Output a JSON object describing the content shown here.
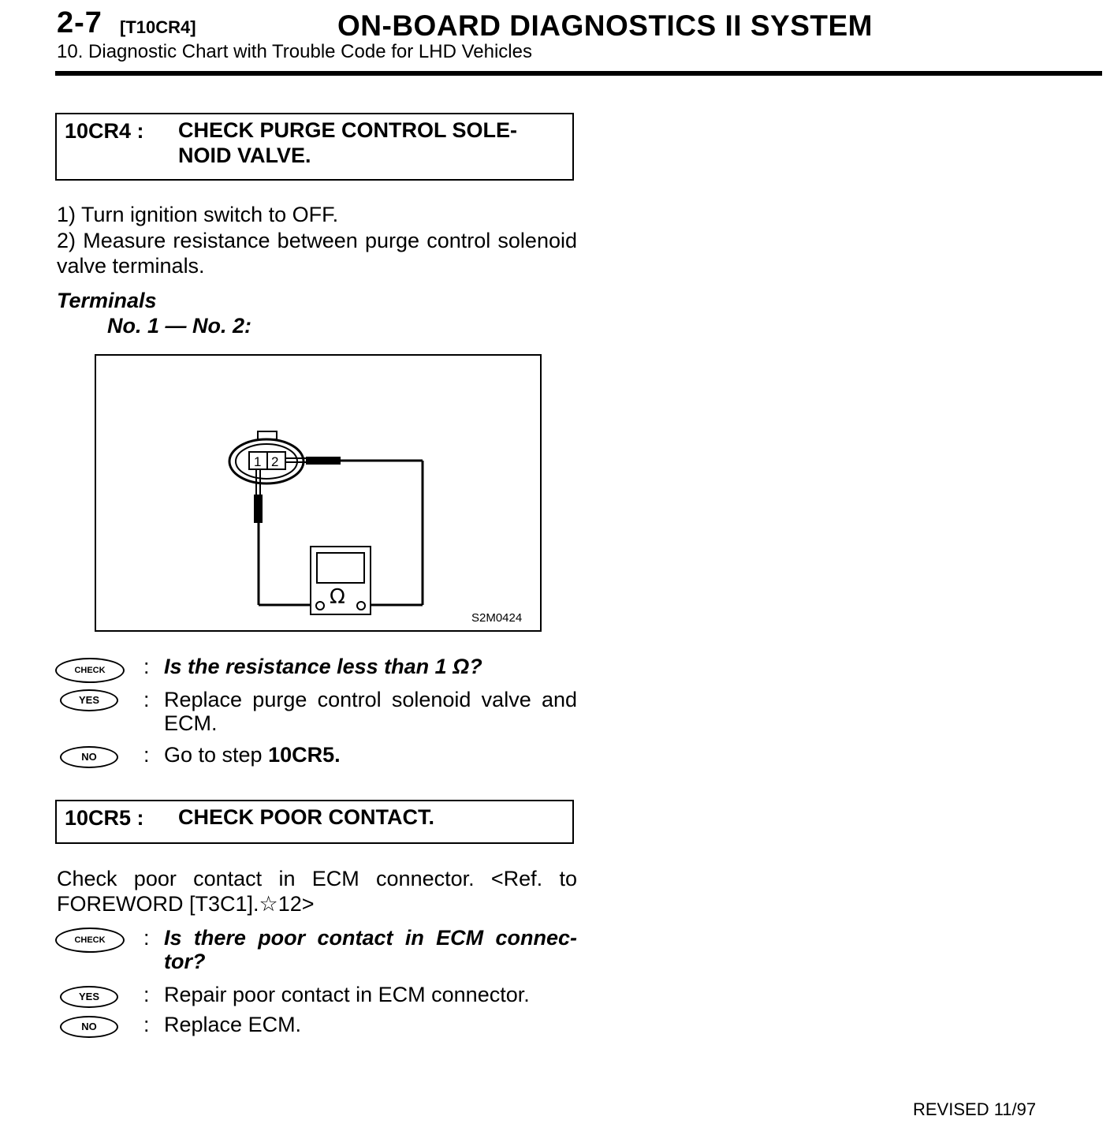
{
  "header": {
    "page_number": "2-7",
    "code": "[T10CR4]",
    "title": "ON-BOARD DIAGNOSTICS II SYSTEM",
    "subtitle": "10. Diagnostic Chart with Trouble Code for LHD Vehicles"
  },
  "step1": {
    "code": "10CR4 :",
    "title_line1": "CHECK PURGE CONTROL SOLE-",
    "title_line2": "NOID VALVE.",
    "instruction1": "1) Turn ignition switch to OFF.",
    "instruction2": "2) Measure resistance between purge control solenoid valve terminals.",
    "terminals_label": "Terminals",
    "terminals_value": "No. 1 — No. 2:",
    "figure": {
      "id": "S2M0424",
      "pin1": "1",
      "pin2": "2",
      "meter_symbol": "Ω"
    },
    "check": "Is the resistance less than 1 Ω?",
    "yes": "Replace purge control solenoid valve and ECM.",
    "no_prefix": "Go to step ",
    "no_step": "10CR5."
  },
  "step2": {
    "code": "10CR5 :",
    "title": "CHECK POOR CONTACT.",
    "instruction": "Check poor contact in ECM connector. <Ref. to FOREWORD [T3C1].☆12>",
    "check": "Is there poor contact in ECM connec- tor?",
    "yes": "Repair poor contact in ECM connector.",
    "no": "Replace ECM."
  },
  "badges": {
    "check": "CHECK",
    "yes": "YES",
    "no": "NO"
  },
  "colon": ":",
  "footer": {
    "revised": "REVISED 11/97"
  }
}
